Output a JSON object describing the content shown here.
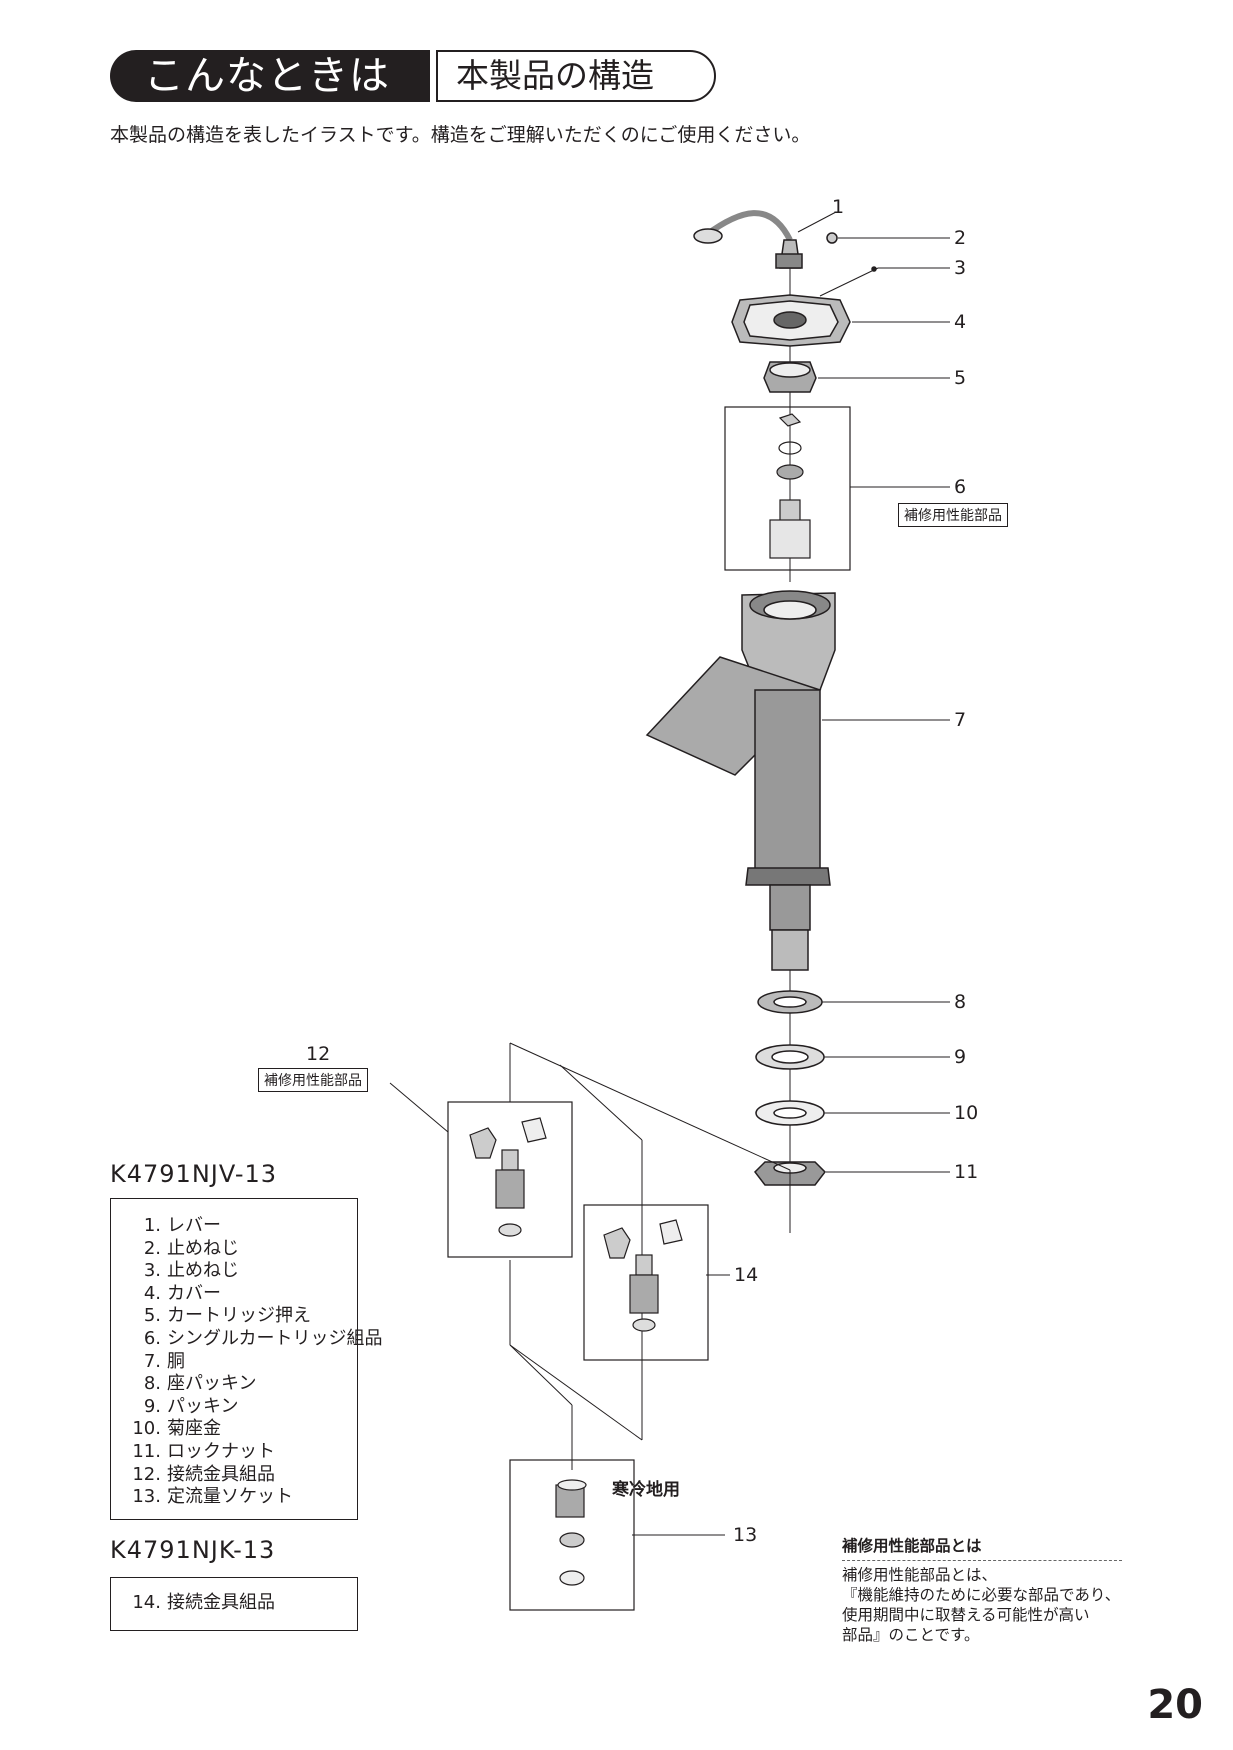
{
  "header": {
    "main": "こんなときは",
    "sub": "本製品の構造"
  },
  "intro": "本製品の構造を表したイラストです。構造をご理解いただくのにご使用ください。",
  "callouts": {
    "c1": "1",
    "c2": "2",
    "c3": "3",
    "c4": "4",
    "c5": "5",
    "c6": "6",
    "c7": "7",
    "c8": "8",
    "c9": "9",
    "c10": "10",
    "c11": "11",
    "c12": "12",
    "c13": "13",
    "c14": "14"
  },
  "repair_tag": "補修用性能部品",
  "cold_region": "寒冷地用",
  "model_v": {
    "name": "K4791NJV-13",
    "parts": [
      {
        "no": "1.",
        "name": "レバー"
      },
      {
        "no": "2.",
        "name": "止めねじ"
      },
      {
        "no": "3.",
        "name": "止めねじ"
      },
      {
        "no": "4.",
        "name": "カバー"
      },
      {
        "no": "5.",
        "name": "カートリッジ押え"
      },
      {
        "no": "6.",
        "name": "シングルカートリッジ組品"
      },
      {
        "no": "7.",
        "name": "胴"
      },
      {
        "no": "8.",
        "name": "座パッキン"
      },
      {
        "no": "9.",
        "name": "パッキン"
      },
      {
        "no": "10.",
        "name": "菊座金"
      },
      {
        "no": "11.",
        "name": "ロックナット"
      },
      {
        "no": "12.",
        "name": "接続金具組品"
      },
      {
        "no": "13.",
        "name": "定流量ソケット"
      }
    ]
  },
  "model_k": {
    "name": "K4791NJK-13",
    "parts": [
      {
        "no": "14.",
        "name": "接続金具組品"
      }
    ]
  },
  "note": {
    "title": "補修用性能部品とは",
    "body": "補修用性能部品とは、\n『機能維持のために必要な部品であり、\n使用期間中に取替える可能性が高い\n部品』のことです。"
  },
  "page_number": "20"
}
